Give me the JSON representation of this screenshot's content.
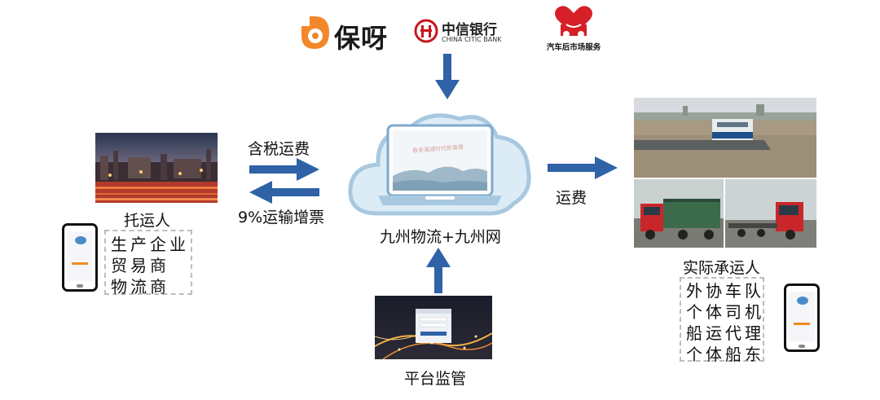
{
  "logos": {
    "baoya": "保呀",
    "citic_cn": "中信银行",
    "citic_en": "CHINA CITIC BANK",
    "auto_service": "汽车后市场服务"
  },
  "shipper": {
    "label": "托运人",
    "types": [
      "生产企业",
      "贸易商",
      "物流商"
    ]
  },
  "flows": {
    "freight_with_tax": "含税运费",
    "vat_invoice": "9%运输增票",
    "freight": "运费"
  },
  "platform": {
    "label": "九州物流+九州网",
    "screen_text": "春来湘浦时代新篇章"
  },
  "supervision": {
    "label": "平台监管"
  },
  "carrier": {
    "label": "实际承运人",
    "types": [
      "外协车队",
      "个体司机",
      "船运代理",
      "个体船东"
    ]
  },
  "colors": {
    "arrow": "#2f62a6",
    "cloud_fill": "#dcecf7",
    "cloud_stroke": "#a8c8e0",
    "dashed": "#bcbcbc"
  },
  "icons": [
    "baoya-logo-icon",
    "citic-bank-logo-icon",
    "auto-service-logo-icon",
    "cloud-icon",
    "laptop-icon",
    "phone-icon"
  ]
}
